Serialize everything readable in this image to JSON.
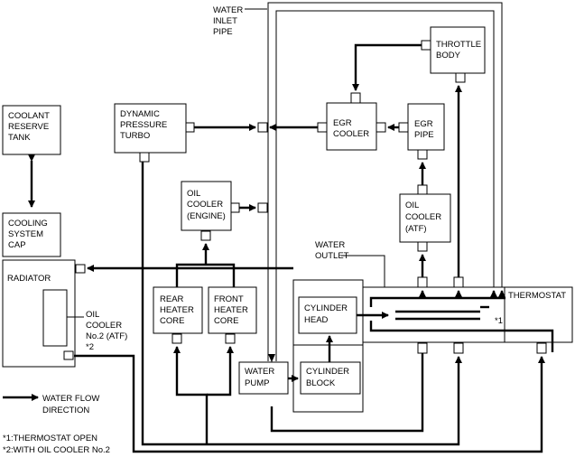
{
  "components": {
    "coolant_reserve_tank": [
      "COOLANT",
      "RESERVE",
      "TANK"
    ],
    "cooling_system_cap": [
      "COOLING",
      "SYSTEM",
      "CAP"
    ],
    "radiator": [
      "RADIATOR"
    ],
    "oil_cooler_no2": [
      "OIL",
      "COOLER",
      "No.2 (ATF)",
      "*2"
    ],
    "dynamic_pressure_turbo": [
      "DYNAMIC",
      "PRESSURE",
      "TURBO"
    ],
    "oil_cooler_engine": [
      "OIL",
      "COOLER",
      "(ENGINE)"
    ],
    "rear_heater_core": [
      "REAR",
      "HEATER",
      "CORE"
    ],
    "front_heater_core": [
      "FRONT",
      "HEATER",
      "CORE"
    ],
    "water_pump": [
      "WATER",
      "PUMP"
    ],
    "cylinder_head": [
      "CYLINDER",
      "HEAD"
    ],
    "cylinder_block": [
      "CYLINDER",
      "BLOCK"
    ],
    "egr_cooler": [
      "EGR",
      "COOLER"
    ],
    "egr_pipe": [
      "EGR",
      "PIPE"
    ],
    "throttle_body": [
      "THROTTLE",
      "BODY"
    ],
    "oil_cooler_atf": [
      "OIL",
      "COOLER",
      "(ATF)"
    ],
    "thermostat": [
      "THERMOSTAT"
    ]
  },
  "labels": {
    "water_inlet_pipe": [
      "WATER",
      "INLET",
      "PIPE"
    ],
    "water_outlet": [
      "WATER",
      "OUTLET"
    ],
    "thermostat_note_marker": "*1"
  },
  "legend": {
    "arrow_label": [
      "WATER FLOW",
      "DIRECTION"
    ]
  },
  "footnotes": [
    "*1:THERMOSTAT OPEN",
    "*2:WITH OIL COOLER No.2"
  ]
}
